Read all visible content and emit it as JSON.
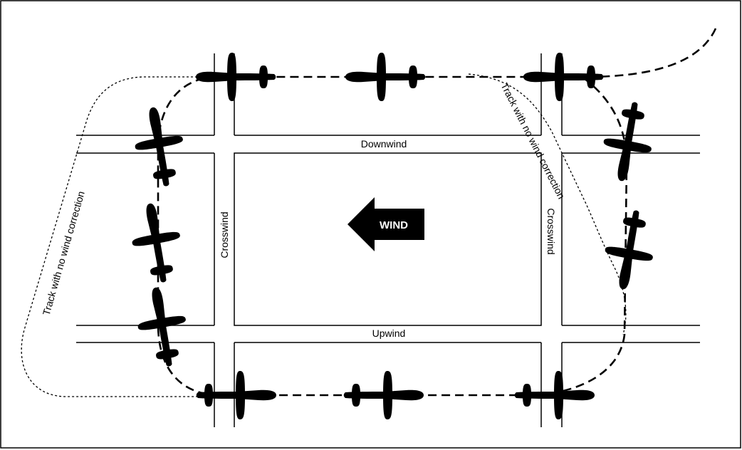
{
  "diagram": {
    "legs": {
      "downwind": "Downwind",
      "upwind": "Upwind",
      "crosswind_left": "Crosswind",
      "crosswind_right": "Crosswind"
    },
    "wind": {
      "label": "WIND",
      "direction": "left"
    },
    "annotations": {
      "no_correction_left": "Track with no wind correction",
      "no_correction_right": "Track with no wind correction"
    }
  }
}
